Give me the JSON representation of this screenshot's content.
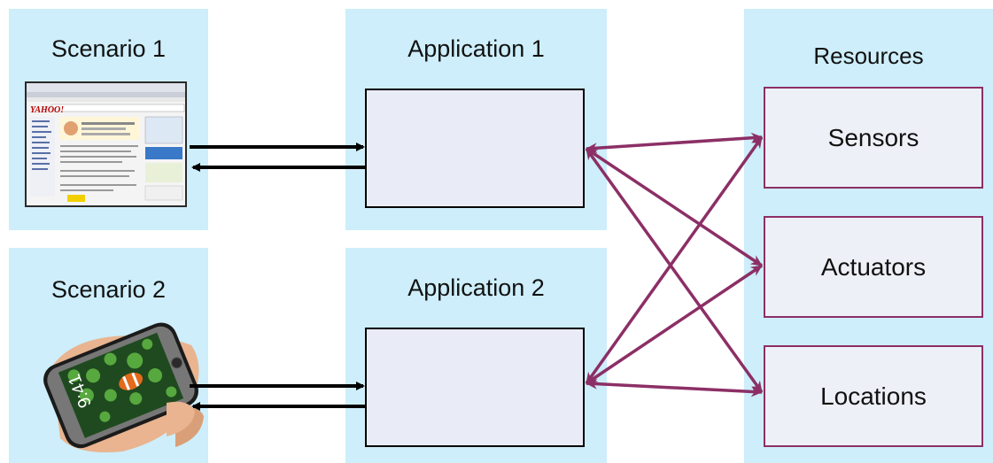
{
  "scenarios": [
    {
      "title": "Scenario 1",
      "image": "browser-screenshot"
    },
    {
      "title": "Scenario 2",
      "image": "smartphone-in-hand"
    }
  ],
  "applications": [
    {
      "title": "Application 1"
    },
    {
      "title": "Application 2"
    }
  ],
  "resources": {
    "title": "Resources",
    "items": [
      "Sensors",
      "Actuators",
      "Locations"
    ]
  },
  "thumb_text": {
    "browser_logo": "YAHOO!",
    "phone_time": "9:41"
  },
  "colors": {
    "panel_bg": "#cdeefa",
    "app_box_fill": "#e9ecf6",
    "resource_border": "#8c2f66",
    "connector": "#8c2f66",
    "arrow_black": "#000000"
  }
}
